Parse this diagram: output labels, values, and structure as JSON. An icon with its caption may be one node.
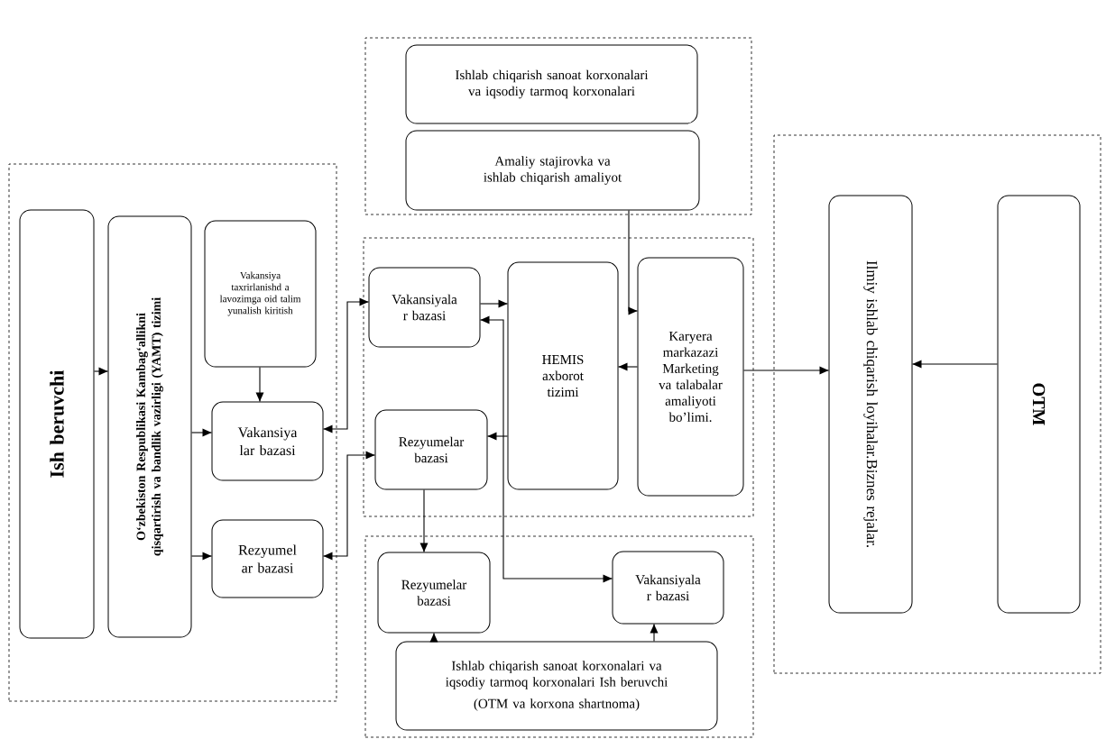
{
  "diagram": {
    "nodes": [
      {
        "text": [],
        "shape": "box"
      },
      {
        "text": [
          "Ish beruvchi"
        ],
        "in": 0
      },
      {
        "text": [
          "O‘zbekiston Respublikasi Kambag‘allikni qisqartirish va bandlik vazirligi (YAMT) tizimi"
        ],
        "in": 0
      },
      {
        "text": [
          "Vakansiya taxrirlanishd a lavozimga oid talim yunalish kiritish"
        ],
        "in": 0
      },
      {
        "text": [
          "Vakansiya lar bazasi"
        ],
        "in": 0
      },
      {
        "text": [
          "Rezyumel ar bazasi"
        ],
        "in": 0
      },
      {
        "text": [],
        "shape": "box"
      },
      {
        "text": [
          "Ishlab chiqarish sanoat korxonalari va iqsodiy tarmoq korxonalari"
        ],
        "in": 6
      },
      {
        "text": [
          "Amaliy stajirovka va ishlab chiqarish amaliyot"
        ],
        "in": 6
      },
      {
        "text": [],
        "shape": "box"
      },
      {
        "text": [
          "Vakansiyala r bazasi"
        ],
        "in": 9
      },
      {
        "text": [
          "HEMIS axborot tizimi"
        ],
        "in": 9
      },
      {
        "text": [
          "Karyera markazazi Marketing va talabalar amaliyoti bo’limi."
        ],
        "in": 9
      },
      {
        "text": [
          "Rezyumelar bazasi"
        ],
        "in": 9
      },
      {
        "text": [],
        "shape": "box"
      },
      {
        "text": [
          "Rezyumelar bazasi"
        ],
        "in": 14
      },
      {
        "text": [
          "Vakansiyala r bazasi"
        ],
        "in": 14
      },
      {
        "text": [
          "Ishlab chiqarish sanoat korxonalari va iqsodiy tarmoq korxonalari Ish beruvchi",
          "(OTM va korxona shartnoma)"
        ],
        "in": 14
      },
      {
        "text": [],
        "shape": "box"
      },
      {
        "text": [
          "Ilmiy ishlab chiqarish loyihalar.Biznes rejalar."
        ],
        "in": 18
      },
      {
        "text": [
          "OTM"
        ],
        "in": 18
      }
    ],
    "edges": [
      {
        "from": 1,
        "to": 2,
        "arrow": "to"
      },
      {
        "from": 2,
        "to": 4,
        "arrow": "to"
      },
      {
        "from": 2,
        "to": 5,
        "arrow": "to"
      },
      {
        "from": 3,
        "to": 4,
        "arrow": "to"
      },
      {
        "from": 4,
        "to": 10,
        "arrow": "both"
      },
      {
        "from": 5,
        "to": 13,
        "arrow": "both"
      },
      {
        "from": 10,
        "to": 11,
        "arrow": "to"
      },
      {
        "from": 10,
        "to": 16,
        "arrow": "both"
      },
      {
        "from": 12,
        "to": 11,
        "arrow": "to"
      },
      {
        "from": 11,
        "to": 13,
        "arrow": "to"
      },
      {
        "from": 8,
        "to": 12,
        "arrow": "to"
      },
      {
        "from": 12,
        "to": 19,
        "arrow": "to"
      },
      {
        "from": 20,
        "to": 19,
        "arrow": "to"
      },
      {
        "from": 13,
        "to": 15,
        "arrow": "to"
      },
      {
        "from": 17,
        "to": 15,
        "arrow": "to"
      },
      {
        "from": 17,
        "to": 16,
        "arrow": "to"
      }
    ]
  }
}
